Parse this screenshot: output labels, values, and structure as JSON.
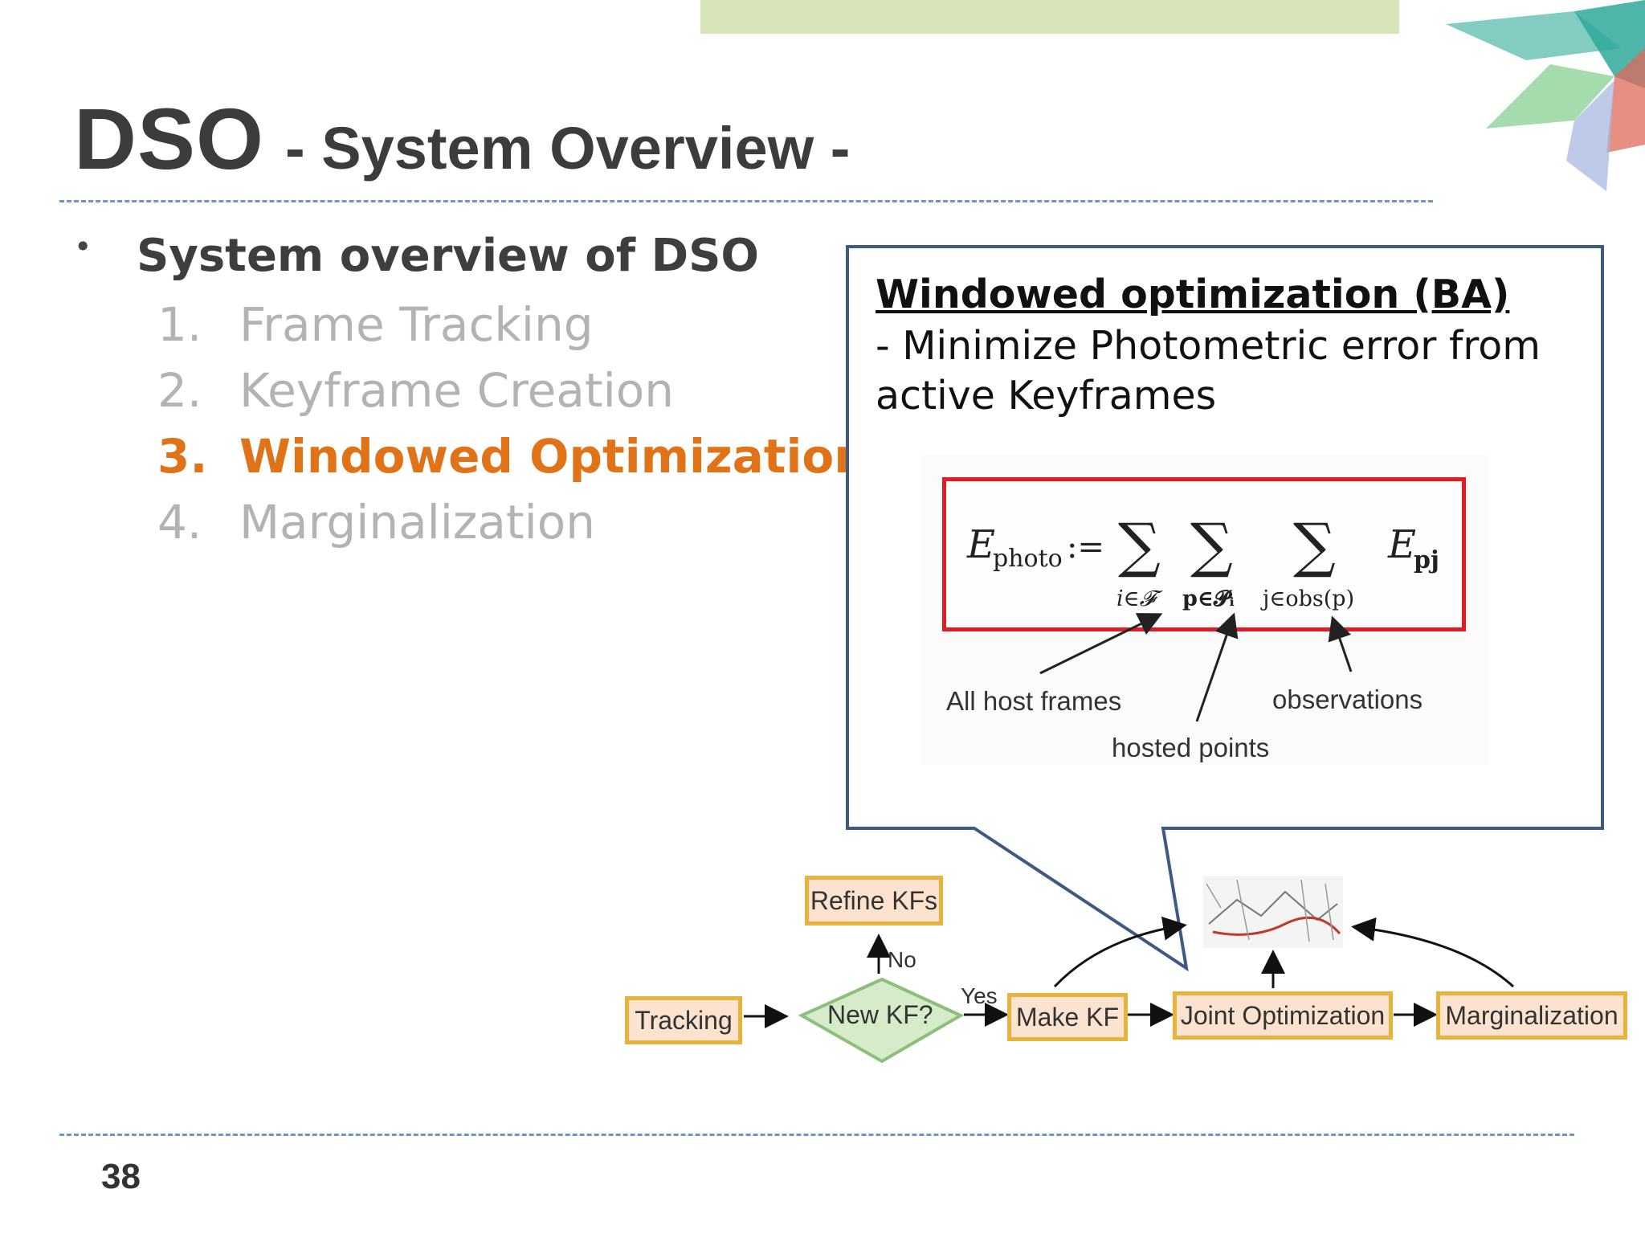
{
  "title": {
    "main": "DSO",
    "sub": "- System Overview -"
  },
  "bullet": {
    "marker": "•",
    "text": "System overview of DSO"
  },
  "steps": [
    {
      "num": "1.",
      "label": "Frame Tracking",
      "active": false
    },
    {
      "num": "2.",
      "label": "Keyframe Creation",
      "active": false
    },
    {
      "num": "3.",
      "label": "Windowed Optimization",
      "active": true
    },
    {
      "num": "4.",
      "label": "Marginalization",
      "active": false
    }
  ],
  "callout": {
    "title": "Windowed optimization (BA)",
    "desc": "- Minimize Photometric error from active Keyframes"
  },
  "formula": {
    "lhs": "E",
    "lhs_sub": "photo",
    "assign": ":=",
    "sum_symbol": "∑",
    "sub1": "i∈𝓕",
    "sub2": "p∈𝓟ᵢ",
    "sub3": "j∈obs(p)",
    "rhs": "E",
    "rhs_sub": "pj"
  },
  "annotations": {
    "host_frames": "All host frames",
    "hosted_points": "hosted points",
    "observations": "observations"
  },
  "flow": {
    "tracking": "Tracking",
    "decision": "New KF?",
    "refine": "Refine KFs",
    "make_kf": "Make KF",
    "joint": "Joint Optimization",
    "marginalization": "Marginalization",
    "no_label": "No",
    "yes_label": "Yes"
  },
  "page_number": "38",
  "colors": {
    "accent_orange": "#e07318",
    "inactive_gray": "#b3b3b3",
    "callout_border": "#3d5a85",
    "formula_border": "#e31b23",
    "flow_fill": "#fbe3cf",
    "flow_border": "#e6b43c",
    "diamond_fill": "#d5ebc9",
    "diamond_border": "#8dbf7a",
    "rule": "#6f95c8",
    "top_bar": "#d6e4b8"
  }
}
